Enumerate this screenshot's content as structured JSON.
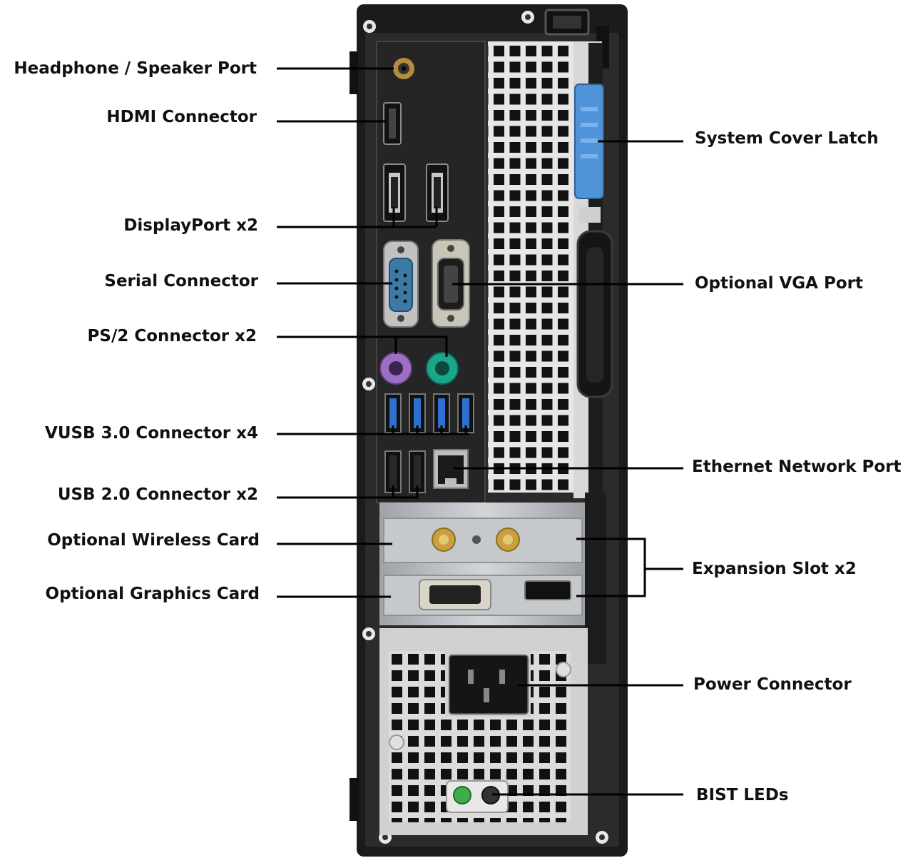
{
  "left_labels": [
    {
      "id": "headphone",
      "text": "Headphone / Speaker Port"
    },
    {
      "id": "hdmi",
      "text": "HDMI Connector"
    },
    {
      "id": "displayport",
      "text": "DisplayPort x2"
    },
    {
      "id": "serial",
      "text": "Serial Connector"
    },
    {
      "id": "ps2",
      "text": "PS/2 Connector x2"
    },
    {
      "id": "usb3",
      "text": "VUSB 3.0 Connector x4"
    },
    {
      "id": "usb2",
      "text": "USB 2.0 Connector x2"
    },
    {
      "id": "wireless",
      "text": "Optional Wireless Card"
    },
    {
      "id": "graphics",
      "text": "Optional Graphics Card"
    }
  ],
  "right_labels": [
    {
      "id": "latch",
      "text": "System Cover Latch"
    },
    {
      "id": "vga",
      "text": "Optional VGA Port"
    },
    {
      "id": "ethernet",
      "text": "Ethernet Network Port"
    },
    {
      "id": "expansion",
      "text": "Expansion Slot x2"
    },
    {
      "id": "power",
      "text": "Power Connector"
    },
    {
      "id": "bist",
      "text": "BIST LEDs"
    }
  ],
  "colors": {
    "chassis": "#1b1b1b",
    "io_panel": "#2a2a2a",
    "metal": "#b9bcc0",
    "latch_blue": "#4f93d8",
    "usb3_blue": "#2f6fd1",
    "ps2_purple": "#9d6fc4",
    "ps2_green": "#19a68a",
    "gold": "#c9a040",
    "serial_blue": "#3c7aa6",
    "led_green": "#3fae4a",
    "line": "#000000"
  }
}
